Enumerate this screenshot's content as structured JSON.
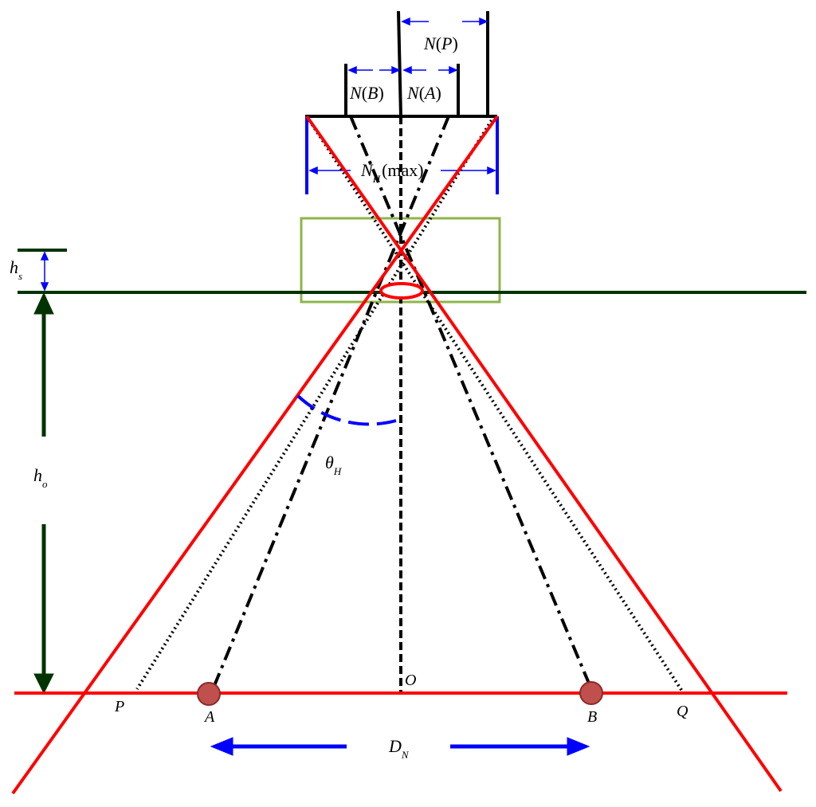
{
  "colors": {
    "rays": "#ff0000",
    "surface": "#003300",
    "dimension_blue": "#0000ff",
    "sensor_box": "#8db54a",
    "dark_arrow": "#003300",
    "marker_fill": "#c0504d",
    "marker_stroke": "#8b2a27"
  },
  "labels": {
    "n_p": {
      "main": "N",
      "open": "(",
      "var": "P",
      "close": ")"
    },
    "n_b": {
      "main": "N",
      "open": "(",
      "var": "B",
      "close": ")"
    },
    "n_a": {
      "main": "N",
      "open": "(",
      "var": "A",
      "close": ")"
    },
    "nh_max": {
      "main": "N",
      "sub": "H",
      "rest": "(max)"
    },
    "hs": {
      "main": "h",
      "sub": "s"
    },
    "ho": {
      "main": "h",
      "sub": "o"
    },
    "theta": {
      "main": "θ",
      "sub": "H"
    },
    "point_o": "O",
    "point_p": "P",
    "point_a": "A",
    "point_b": "B",
    "point_q": "Q",
    "dn": {
      "main": "D",
      "sub": "N"
    }
  }
}
